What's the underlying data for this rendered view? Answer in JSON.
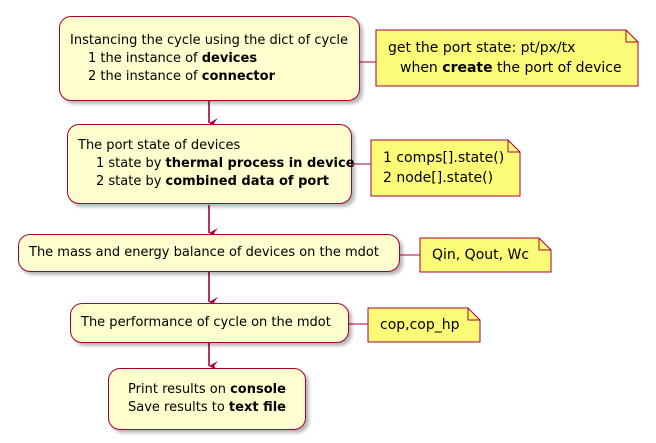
{
  "colors": {
    "box_fill": "#fefece",
    "box_border": "#a80036",
    "note_fill": "#fbfb77",
    "note_border": "#a80036"
  },
  "activities": {
    "a1": {
      "title": "Instancing the cycle using the dict of cycle",
      "l2_pre": "1 the instance of ",
      "l2_bold": "devices",
      "l3_pre": "2 the instance of ",
      "l3_bold": "connector"
    },
    "a2": {
      "title": "The port state of devices",
      "l2_pre": "1 state by ",
      "l2_bold": "thermal process in device",
      "l3_pre": "2 state by ",
      "l3_bold": "combined data of port"
    },
    "a3": {
      "title": "The mass and energy balance of devices on the mdot"
    },
    "a4": {
      "title": "The performance of cycle on the mdot"
    },
    "a5": {
      "l1_pre": "Print results on ",
      "l1_bold": "console",
      "l2_pre": "Save results to ",
      "l2_bold": "text file"
    }
  },
  "notes": {
    "n1": {
      "l1": "get the port state: pt/px/tx",
      "l2_pre": "when ",
      "l2_bold": "create",
      "l2_post": " the port of device"
    },
    "n2": {
      "l1": "1 comps[].state()",
      "l2": "2 node[].state()"
    },
    "n3": {
      "l1": "Qin, Qout, Wc"
    },
    "n4": {
      "l1": "cop,cop_hp"
    }
  }
}
